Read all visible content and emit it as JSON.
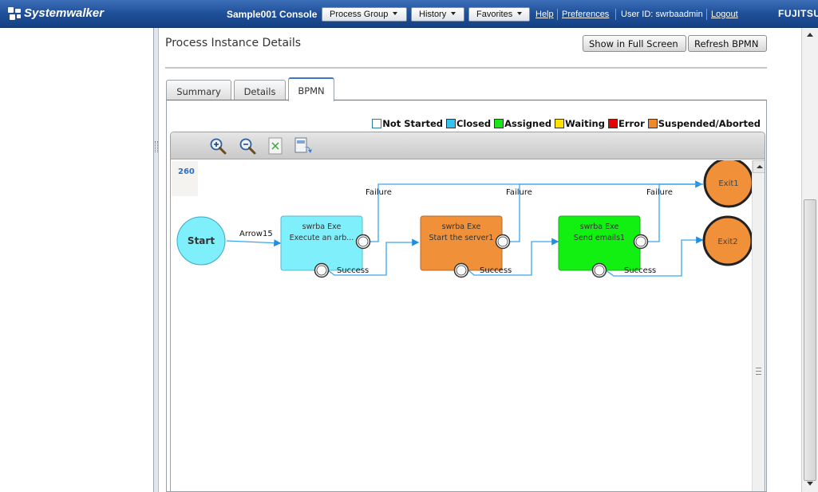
{
  "header": {
    "logo_text": "Systemwalker",
    "console_title": "Sample001 Console",
    "menus": [
      {
        "label": "Process Group"
      },
      {
        "label": "History"
      },
      {
        "label": "Favorites"
      }
    ],
    "help_link": "Help",
    "preferences_link": "Preferences",
    "user_id": "User ID: swrbaadmin",
    "logout_link": "Logout",
    "brand": "FUJITSU",
    "colors": {
      "bar": "#1e4f98"
    }
  },
  "page": {
    "title": "Process Instance Details",
    "buttons": {
      "full_screen": "Show in Full Screen",
      "refresh": "Refresh BPMN"
    },
    "tabs": [
      {
        "label": "Summary",
        "active": false
      },
      {
        "label": "Details",
        "active": false
      },
      {
        "label": "BPMN",
        "active": true
      }
    ]
  },
  "legend": [
    {
      "label": "Not Started",
      "color": "#ffffff"
    },
    {
      "label": "Closed",
      "color": "#34c3f0"
    },
    {
      "label": "Assigned",
      "color": "#19e619"
    },
    {
      "label": "Waiting",
      "color": "#ffe100"
    },
    {
      "label": "Error",
      "color": "#e60000"
    },
    {
      "label": "Suspended/Aborted",
      "color": "#f08a28"
    }
  ],
  "toolbar": {
    "icons": [
      "zoom-in-icon",
      "zoom-out-icon",
      "fit-to-page-icon",
      "export-icon"
    ]
  },
  "diagram": {
    "zoom_value": "260",
    "start_label": "Start",
    "start_arrow_label": "Arrow15",
    "tasks": [
      {
        "line1": "swrba Exe",
        "line2": "Execute an arb...",
        "state": "Closed",
        "color": "#7ff0fb"
      },
      {
        "line1": "swrba Exe",
        "line2": "Start the server1",
        "state": "Suspended/Aborted",
        "color": "#f0913a"
      },
      {
        "line1": "swrba Exe",
        "line2": "Send emails1",
        "state": "Assigned",
        "color": "#11f011"
      }
    ],
    "failure_label": "Failure",
    "success_label": "Success",
    "exits": [
      {
        "label": "Exit1",
        "color": "#f0913a"
      },
      {
        "label": "Exit2",
        "color": "#f0913a"
      }
    ]
  }
}
